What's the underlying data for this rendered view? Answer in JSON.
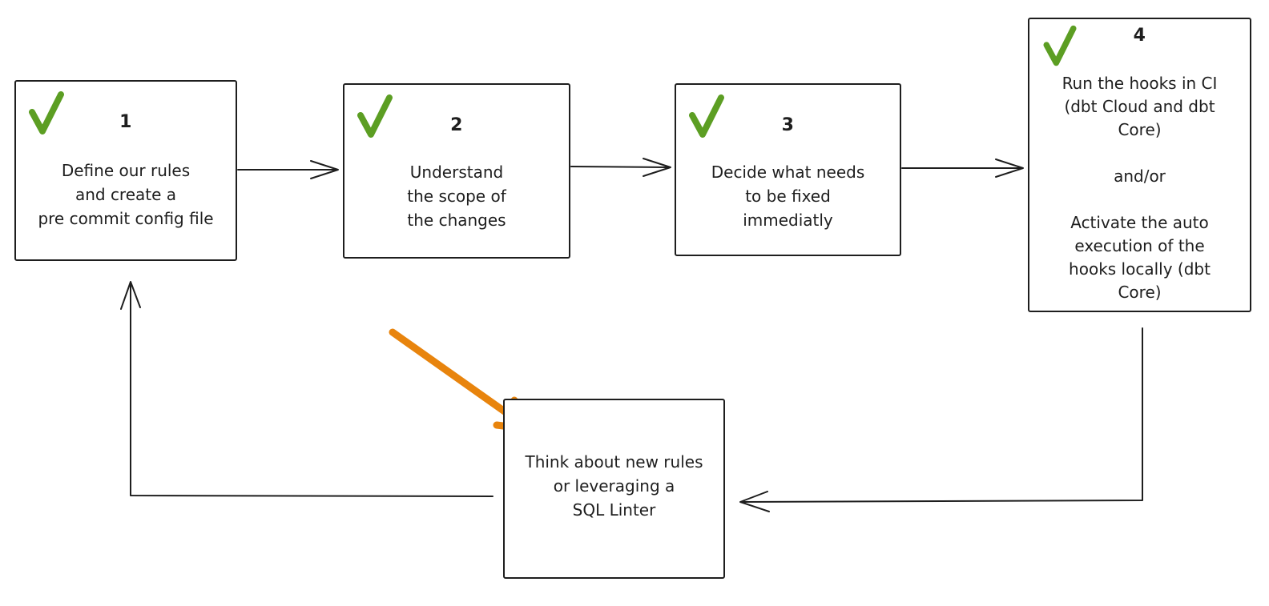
{
  "canvas": {
    "background": "#ffffff",
    "ink": "#1e1e1e",
    "check_color": "#5c9e23",
    "highlight_color": "#e8840d"
  },
  "steps": [
    {
      "number": "1",
      "checked": true,
      "text": "Define our rules\nand create a\npre commit config file"
    },
    {
      "number": "2",
      "checked": true,
      "text": "Understand\nthe scope of\nthe changes"
    },
    {
      "number": "3",
      "checked": true,
      "text": "Decide what needs\nto be fixed\nimmediatly"
    },
    {
      "number": "4",
      "checked": true,
      "text": "Run the hooks in CI\n(dbt Cloud and dbt\nCore)\n\nand/or\n\nActivate the auto\nexecution of the\nhooks locally (dbt\nCore)"
    }
  ],
  "loop_box": {
    "text": "Think about new rules\nor leveraging a\nSQL Linter"
  },
  "arrows": [
    {
      "from": "step-1",
      "to": "step-2",
      "style": "ink"
    },
    {
      "from": "step-2",
      "to": "step-3",
      "style": "ink"
    },
    {
      "from": "step-3",
      "to": "step-4",
      "style": "ink"
    },
    {
      "from": "step-4",
      "to": "loop-box",
      "style": "ink"
    },
    {
      "from": "loop-box",
      "to": "step-1",
      "style": "ink"
    },
    {
      "from": "annotation",
      "to": "loop-box",
      "style": "highlight"
    }
  ]
}
